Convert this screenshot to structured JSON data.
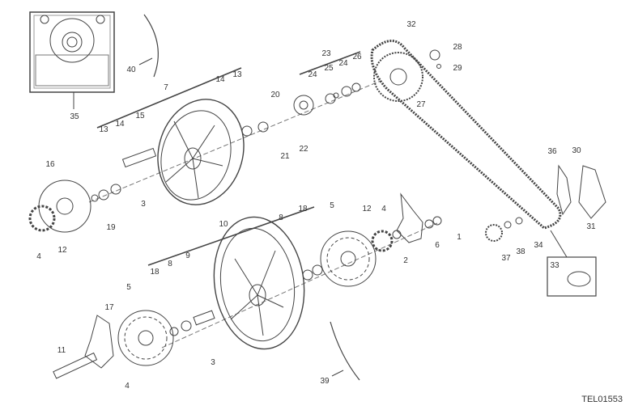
{
  "diagram": {
    "drawing_code": "TEL01553",
    "part_labels": [
      "32",
      "28",
      "29",
      "23",
      "25",
      "24",
      "26",
      "24",
      "27",
      "40",
      "7",
      "14",
      "13",
      "20",
      "22",
      "21",
      "35",
      "13",
      "14",
      "15",
      "16",
      "3",
      "19",
      "12",
      "4",
      "36",
      "30",
      "31",
      "10",
      "8",
      "18",
      "5",
      "12",
      "4",
      "1",
      "6",
      "2",
      "34",
      "38",
      "37",
      "33",
      "18",
      "8",
      "9",
      "5",
      "17",
      "11",
      "4",
      "3",
      "39"
    ]
  }
}
